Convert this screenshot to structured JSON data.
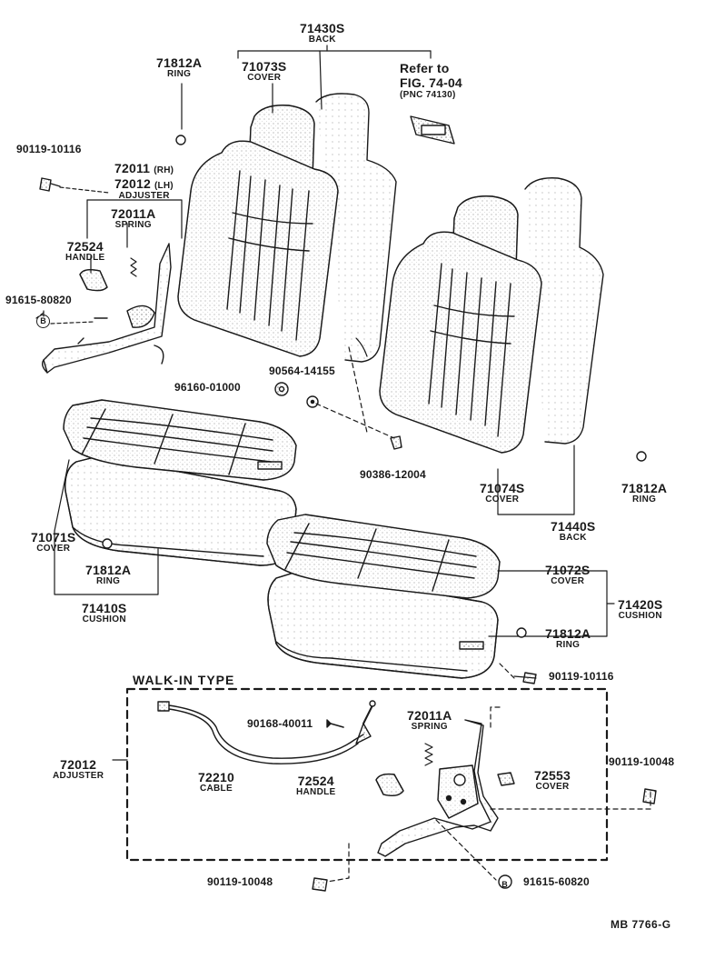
{
  "labels": {
    "back_top": {
      "num": "71430S",
      "sub": "BACK"
    },
    "ring_top": {
      "num": "71812A",
      "sub": "RING"
    },
    "cover_top": {
      "num": "71073S",
      "sub": "COVER"
    },
    "refer": {
      "line1": "Refer to",
      "line2": "FIG. 74-04",
      "line3": "(PNC 74130)"
    },
    "bolt_top_left": {
      "num": "90119-10116"
    },
    "adjuster_top": {
      "num_rh": "72011",
      "rh": "(RH)",
      "num_lh": "72012",
      "lh": "(LH)",
      "sub": "ADJUSTER"
    },
    "spring_top": {
      "num": "72011A",
      "sub": "SPRING"
    },
    "handle_top": {
      "num": "72524",
      "sub": "HANDLE"
    },
    "b_left": {
      "num": "91615-80820",
      "circle": "B"
    },
    "pin_mid": {
      "num": "96160-01000"
    },
    "washer_mid": {
      "num": "90564-14155"
    },
    "nut_mid": {
      "num": "90386-12004"
    },
    "cover_right_back": {
      "num": "71074S",
      "sub": "COVER"
    },
    "ring_right": {
      "num": "71812A",
      "sub": "RING"
    },
    "back_right": {
      "num": "71440S",
      "sub": "BACK"
    },
    "cover_left_cushion": {
      "num": "71071S",
      "sub": "COVER"
    },
    "ring_left_cushion": {
      "num": "71812A",
      "sub": "RING"
    },
    "cushion_left": {
      "num": "71410S",
      "sub": "CUSHION"
    },
    "cover_right_cushion": {
      "num": "71072S",
      "sub": "COVER"
    },
    "cushion_right": {
      "num": "71420S",
      "sub": "CUSHION"
    },
    "ring_right_cushion": {
      "num": "71812A",
      "sub": "RING"
    },
    "bolt_walkin_top": {
      "num": "90119-10116"
    },
    "spring_walkin": {
      "num": "72011A",
      "sub": "SPRING"
    },
    "screw_walkin": {
      "num": "90168-40011"
    },
    "adjuster_walkin": {
      "num": "72012",
      "sub": "ADJUSTER"
    },
    "cable_walkin": {
      "num": "72210",
      "sub": "CABLE"
    },
    "handle_walkin": {
      "num": "72524",
      "sub": "HANDLE"
    },
    "cover_walkin": {
      "num": "72553",
      "sub": "COVER"
    },
    "bolt_walkin_right": {
      "num": "90119-10048"
    },
    "bolt_walkin_bottom": {
      "num": "90119-10048"
    },
    "b_bottom": {
      "num": "91615-60820",
      "circle": "B"
    }
  },
  "walk_in_title": "WALK-IN  TYPE",
  "footer": "MB 7766-G"
}
